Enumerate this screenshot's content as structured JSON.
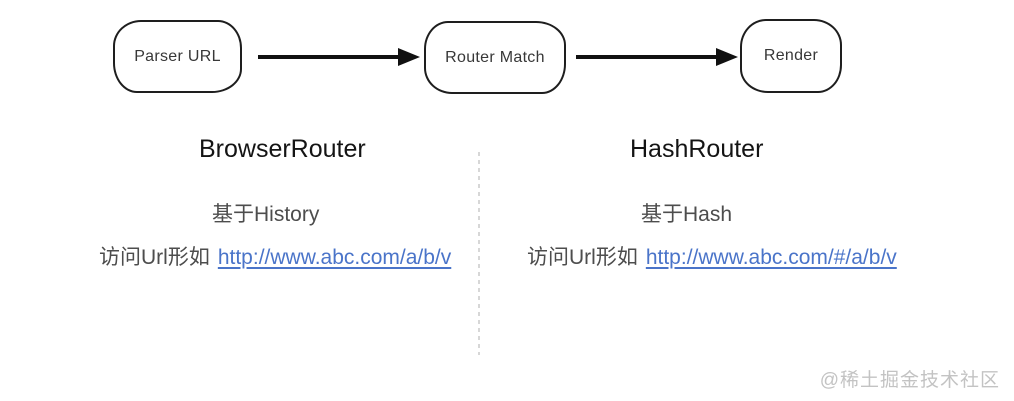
{
  "flow": {
    "nodes": [
      {
        "label": "Parser URL"
      },
      {
        "label": "Router Match"
      },
      {
        "label": "Render"
      }
    ]
  },
  "columns": [
    {
      "title": "BrowserRouter",
      "basis": "基于History",
      "url_prefix": "访问Url形如",
      "url": "http://www.abc.com/a/b/v"
    },
    {
      "title": "HashRouter",
      "basis": "基于Hash",
      "url_prefix": "访问Url形如",
      "url": "http://www.abc.com/#/a/b/v"
    }
  ],
  "watermark": "@稀土掘金技术社区",
  "colors": {
    "link": "#4a74c9",
    "node_border": "#1e1e1e",
    "arrow": "#111111",
    "heading_text": "#141414",
    "body_text": "#4d4d4d",
    "divider": "#d7d7d7",
    "watermark": "#c3c3c3"
  }
}
